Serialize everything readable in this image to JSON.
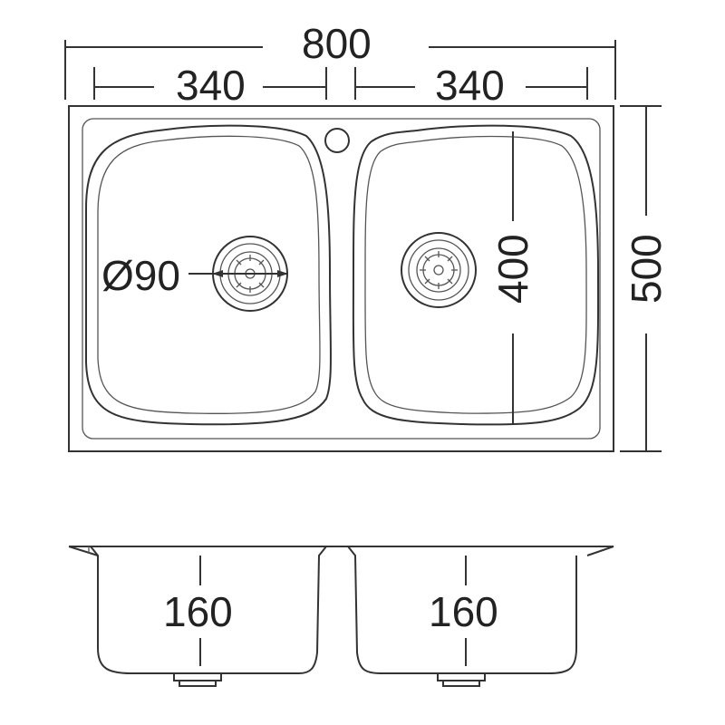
{
  "top_view": {
    "overall_width": "800",
    "left_bowl_width": "340",
    "right_bowl_width": "340",
    "overall_depth": "500",
    "bowl_depth": "400",
    "drain_diameter": "Ø90"
  },
  "section_view": {
    "left_bowl_height": "160",
    "right_bowl_height": "160"
  },
  "colors": {
    "line": "#333333",
    "text": "#222222",
    "background": "#ffffff"
  }
}
